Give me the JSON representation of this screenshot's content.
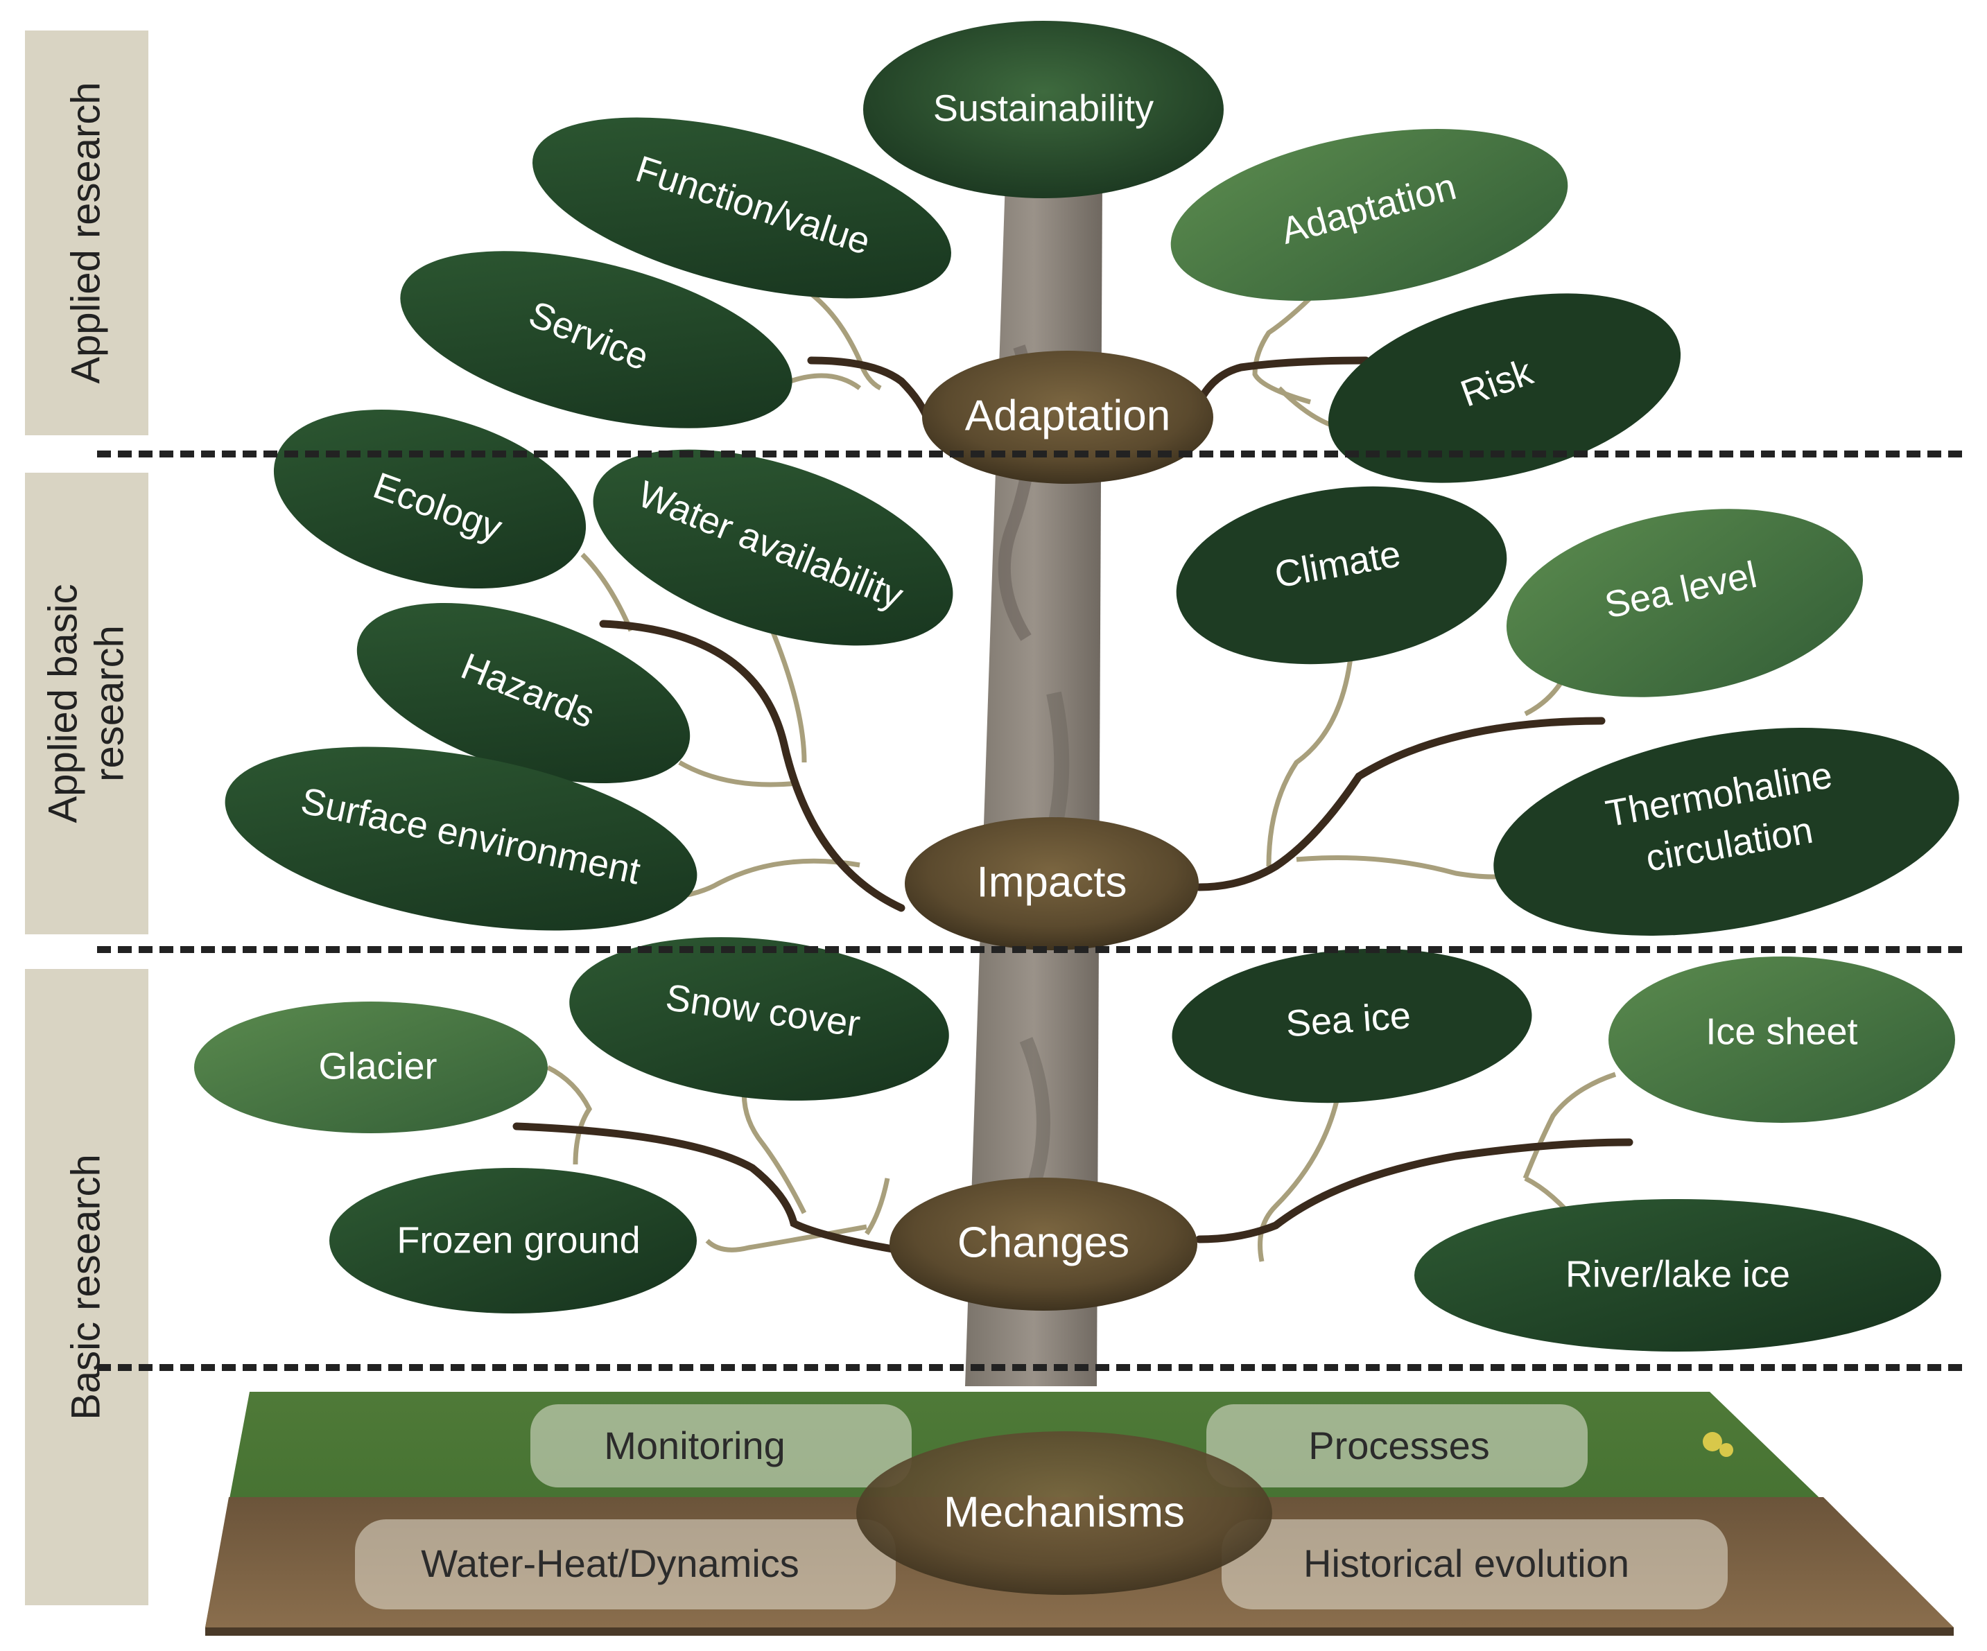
{
  "side_labels": {
    "applied": "Applied research",
    "applied_basic": "Applied basic\nresearch",
    "basic": "Basic research"
  },
  "nodes": {
    "sustainability": "Sustainability",
    "adaptation": "Adaptation",
    "impacts": "Impacts",
    "changes": "Changes",
    "mechanisms": "Mechanisms"
  },
  "leaves": {
    "function_value": "Function/value",
    "adaptation": "Adaptation",
    "service": "Service",
    "risk": "Risk",
    "ecology": "Ecology",
    "water_availability": "Water availability",
    "climate": "Climate",
    "sea_level": "Sea level",
    "hazards": "Hazards",
    "surface_environment": "Surface environment",
    "thermohaline_1": "Thermohaline",
    "thermohaline_2": "circulation",
    "snow_cover": "Snow cover",
    "glacier": "Glacier",
    "sea_ice": "Sea ice",
    "ice_sheet": "Ice sheet",
    "frozen_ground": "Frozen ground",
    "river_lake_ice": "River/lake ice"
  },
  "ground": {
    "monitoring": "Monitoring",
    "processes": "Processes",
    "water_heat": "Water-Heat/Dynamics",
    "historical": "Historical evolution"
  },
  "colors": {
    "leaf_dark": "#1f3d25",
    "leaf_mid": "#2f5a33",
    "leaf_light": "#4f7d45",
    "node_fill": "#5b4a2e",
    "branch": "#3a2a1c",
    "twig": "#a89f7c",
    "trunk": "#8a8278",
    "side_panel": "#d9d4c3"
  }
}
